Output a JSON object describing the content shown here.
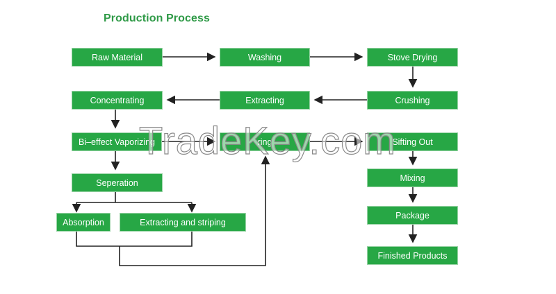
{
  "title": "Production Process",
  "steps": {
    "raw_material": "Raw Material",
    "washing": "Washing",
    "stove_drying": "Stove Drying",
    "concentrating": "Concentrating",
    "extracting": "Extracting",
    "crushing": "Crushing",
    "bi_effect": "Bi–effect Vaporizing",
    "filtering_partial": "ring",
    "sifting_out": "Sifting Out",
    "mixing": "Mixing",
    "seperation": "Seperation",
    "package": "Package",
    "absorption": "Absorption",
    "extracting_striping": "Extracting and striping",
    "finished": "Finished Products"
  },
  "watermark": "TradeKey.com",
  "colors": {
    "box_fill": "#27a745",
    "title": "#2f9a47",
    "arrow": "#222222"
  }
}
